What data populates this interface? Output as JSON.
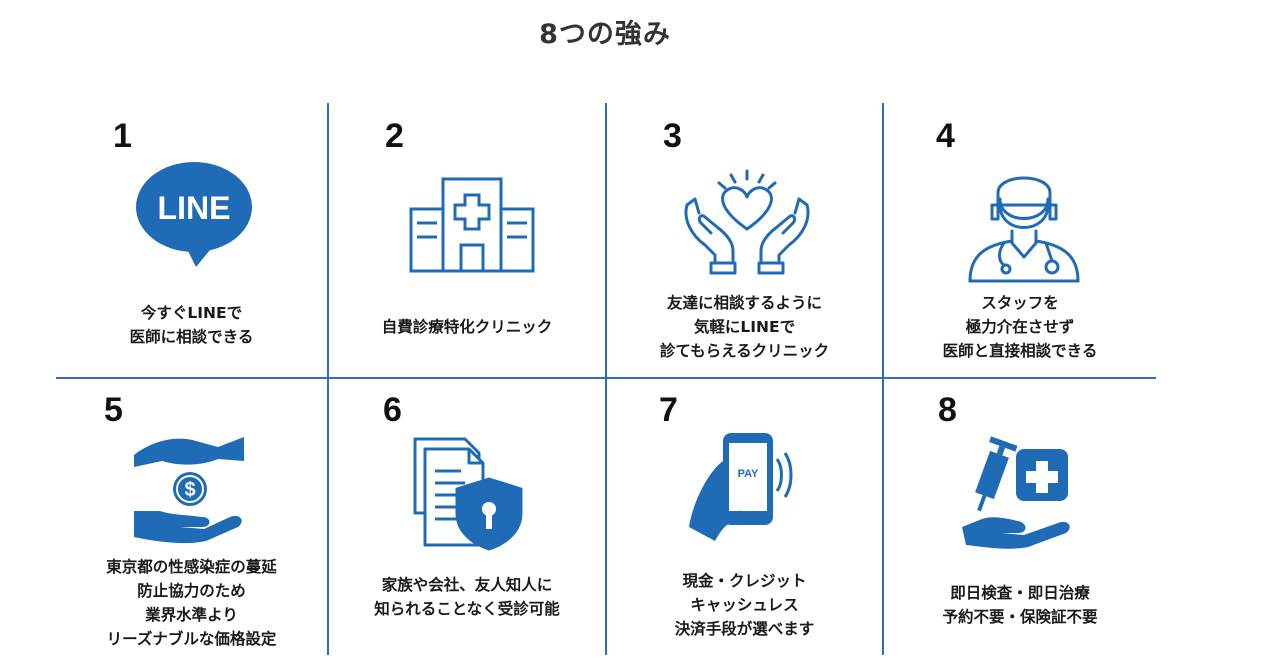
{
  "title": "8つの強み",
  "accent_color": "#1f6bb5",
  "items": [
    {
      "num": "1",
      "icon": "line-chat-bubble-icon",
      "icon_text": "LINE",
      "lines": [
        "今すぐLINEで",
        "医師に相談できる"
      ]
    },
    {
      "num": "2",
      "icon": "hospital-building-icon",
      "lines": [
        "自費診療特化クリニック"
      ]
    },
    {
      "num": "3",
      "icon": "hands-heart-icon",
      "lines": [
        "友達に相談するように",
        "気軽にLINEで",
        "診てもらえるクリニック"
      ]
    },
    {
      "num": "4",
      "icon": "doctor-icon",
      "lines": [
        "スタッフを",
        "極力介在させず",
        "医師と直接相談できる"
      ]
    },
    {
      "num": "5",
      "icon": "hands-coin-icon",
      "icon_text": "$",
      "lines": [
        "東京都の性感染症の蔓延",
        "防止協力のため",
        "業界水準より",
        "リーズナブルな価格設定"
      ]
    },
    {
      "num": "6",
      "icon": "document-shield-icon",
      "lines": [
        "家族や会社、友人知人に",
        "知られることなく受診可能"
      ]
    },
    {
      "num": "7",
      "icon": "phone-pay-icon",
      "icon_text": "PAY",
      "lines": [
        "現金・クレジット",
        "キャッシュレス",
        "決済手段が選べます"
      ]
    },
    {
      "num": "8",
      "icon": "syringe-medical-hand-icon",
      "lines": [
        "即日検査・即日治療",
        "予約不要・保険証不要"
      ]
    }
  ]
}
